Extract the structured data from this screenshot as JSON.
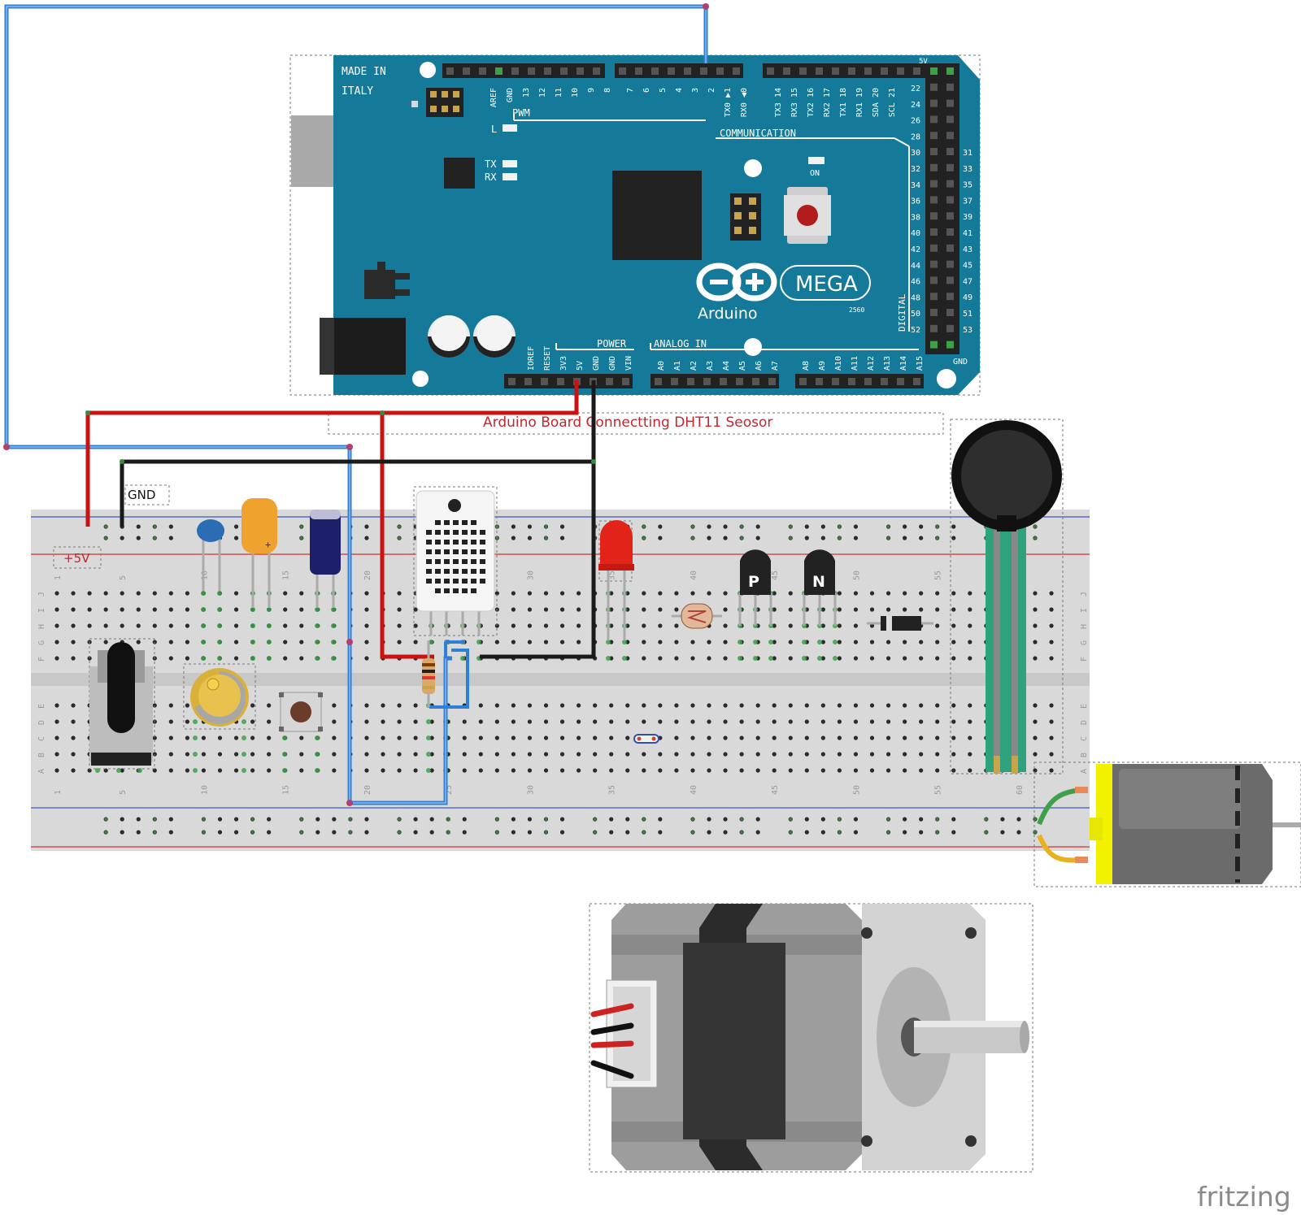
{
  "diagram": {
    "caption": "Arduino Board Connectting DHT11 Seosor",
    "label_5v": "+5V",
    "label_gnd": "GND",
    "brand": "fritzing"
  },
  "arduino": {
    "made_in_1": "MADE IN",
    "made_in_2": "ITALY",
    "pwm": "PWM",
    "led_l": "L",
    "led_tx": "TX",
    "led_rx": "RX",
    "communication": "COMMUNICATION",
    "on": "ON",
    "logo": "Arduino",
    "mega": "MEGA",
    "model": "2560",
    "digital": "DIGITAL",
    "power": "POWER",
    "analog_in": "ANALOG IN",
    "label_5v": "5V",
    "label_gnd": "GND",
    "top_pins_left": [
      "AREF",
      "GND",
      "13",
      "12",
      "11",
      "10",
      "9",
      "8"
    ],
    "top_pins_mid": [
      "7",
      "6",
      "5",
      "4",
      "3",
      "2",
      "TX0 ▶1",
      "RX0 ◀0"
    ],
    "top_pins_comm": [
      "TX3 14",
      "RX3 15",
      "TX2 16",
      "RX2 17",
      "TX1 18",
      "RX1 19",
      "SDA 20",
      "SCL 21"
    ],
    "power_pins": [
      "IOREF",
      "RESET",
      "3V3",
      "5V",
      "GND",
      "GND",
      "VIN"
    ],
    "analog_pins_a": [
      "A0",
      "A1",
      "A2",
      "A3",
      "A4",
      "A5",
      "A6",
      "A7"
    ],
    "analog_pins_b": [
      "A8",
      "A9",
      "A10",
      "A11",
      "A12",
      "A13",
      "A14",
      "A15"
    ],
    "digital_even": [
      "22",
      "24",
      "26",
      "28",
      "30",
      "32",
      "34",
      "36",
      "38",
      "40",
      "42",
      "44",
      "46",
      "48",
      "50",
      "52"
    ],
    "digital_odd": [
      "31",
      "33",
      "35",
      "37",
      "39",
      "41",
      "43",
      "45",
      "47",
      "49",
      "51",
      "53"
    ]
  },
  "breadboard": {
    "column_numbers": [
      "1",
      "5",
      "10",
      "15",
      "20",
      "25",
      "30",
      "35",
      "40",
      "45",
      "50",
      "55",
      "60"
    ],
    "row_letters_top": [
      "J",
      "I",
      "H",
      "G",
      "F"
    ],
    "row_letters_bottom": [
      "E",
      "D",
      "C",
      "B",
      "A"
    ]
  },
  "components": {
    "transistor_p": "P",
    "transistor_n": "N"
  },
  "colors": {
    "board_teal": "#157a9a",
    "wire_red": "#cc1111",
    "wire_blue": "#2f7fd6",
    "wire_black": "#1a1a1a",
    "breadboard": "#d9d9d9",
    "strip_green": "#3ea04a"
  }
}
